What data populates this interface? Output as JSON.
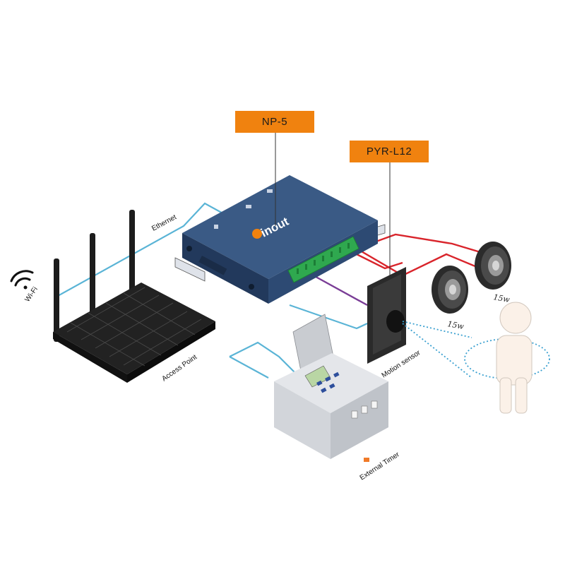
{
  "tags": {
    "controller": "NP-5",
    "sensor_model": "PYR-L12"
  },
  "labels": {
    "ethernet": "Ethernet",
    "wifi": "Wi-Fi",
    "access_point": "Access Point",
    "motion_sensor": "Motion sensor",
    "external_timer": "External Timer",
    "speaker_1_power": "15w",
    "speaker_2_power": "15w"
  },
  "device": {
    "brand": "inout"
  },
  "colors": {
    "tag_fill": "#f0820f",
    "ethernet_cable": "#5ab4d6",
    "speaker_cable": "#d9242b",
    "sensor_cable": "#7a3d96",
    "device_body": "#2d4a73",
    "terminal_green": "#2fa84f",
    "sensor_range": "#3aa0d0"
  }
}
